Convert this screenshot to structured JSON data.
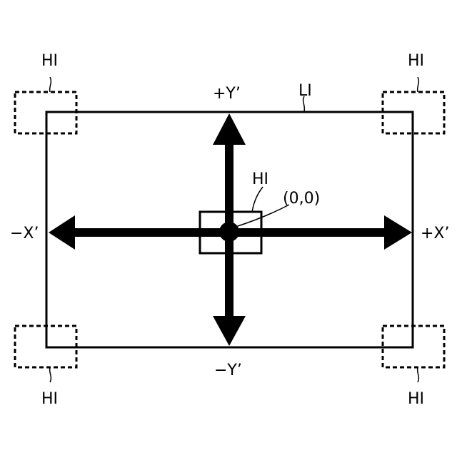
{
  "labels": {
    "li": "LI",
    "hi_top_left": "HI",
    "hi_top_right": "HI",
    "hi_bottom_left": "HI",
    "hi_bottom_right": "HI",
    "hi_center": "HI",
    "origin": "(0,0)",
    "plus_y": "+Y’",
    "minus_y": "−Y’",
    "plus_x": "+X’",
    "minus_x": "−X’"
  },
  "colors": {
    "ink": "#000000",
    "background": "#ffffff"
  }
}
